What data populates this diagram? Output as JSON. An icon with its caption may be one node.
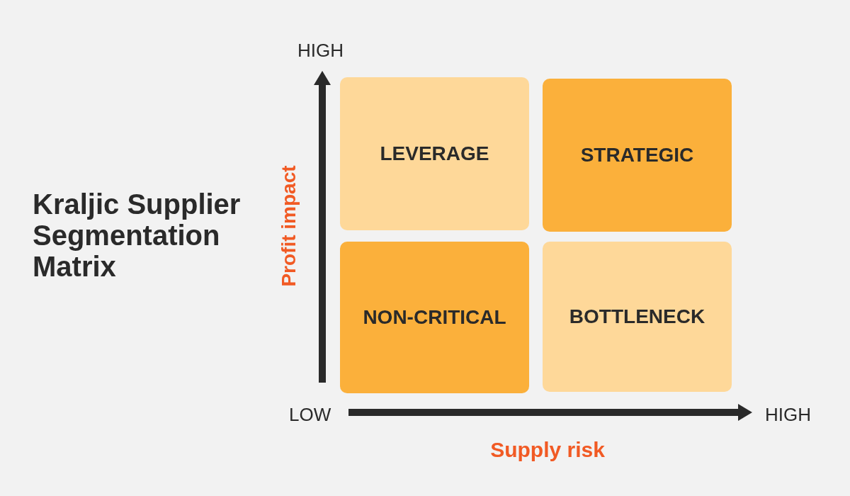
{
  "diagram": {
    "title": "Kraljic Supplier Segmentation Matrix",
    "nodes": [
      {
        "text": [
          "LEVERAGE"
        ]
      },
      {
        "text": [
          "STRATEGIC"
        ]
      },
      {
        "text": [
          "NON-CRITICAL"
        ]
      },
      {
        "text": [
          "BOTTLENECK"
        ]
      }
    ],
    "labels": [
      "HIGH",
      "Profit impact",
      "LOW",
      "HIGH",
      "Supply risk"
    ]
  }
}
